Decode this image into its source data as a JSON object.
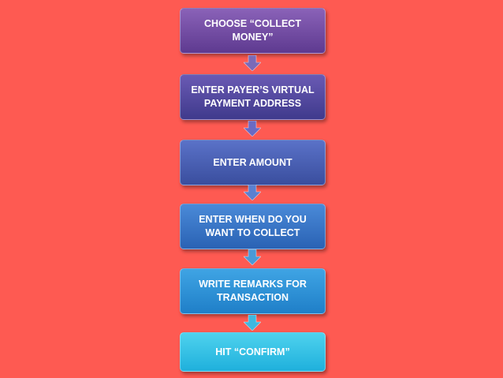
{
  "steps": [
    {
      "label": "CHOOSE “COLLECT\nMONEY”",
      "color_top": "#8a62b8",
      "color_bottom": "#5e3a90"
    },
    {
      "label": "ENTER PAYER’S VIRTUAL\nPAYMENT ADDRESS",
      "color_top": "#6a5ab4",
      "color_bottom": "#3f3a8c"
    },
    {
      "label": "ENTER AMOUNT",
      "color_top": "#5a72c8",
      "color_bottom": "#3a4e9e"
    },
    {
      "label": "ENTER WHEN DO YOU\nWANT TO COLLECT",
      "color_top": "#4a8ad8",
      "color_bottom": "#2a62b4"
    },
    {
      "label": "WRITE REMARKS FOR\nTRANSACTION",
      "color_top": "#3fa4e4",
      "color_bottom": "#1f7fc8"
    },
    {
      "label": "HIT “CONFIRM”",
      "color_top": "#4fd2ee",
      "color_bottom": "#1fb0dc"
    }
  ],
  "arrows": [
    {
      "color": "#7a6ab8"
    },
    {
      "color": "#6a6ac4"
    },
    {
      "color": "#5a80d0"
    },
    {
      "color": "#4a9ad8"
    },
    {
      "color": "#3fb8e0"
    }
  ],
  "colors": {
    "background": "#fe5a52"
  }
}
